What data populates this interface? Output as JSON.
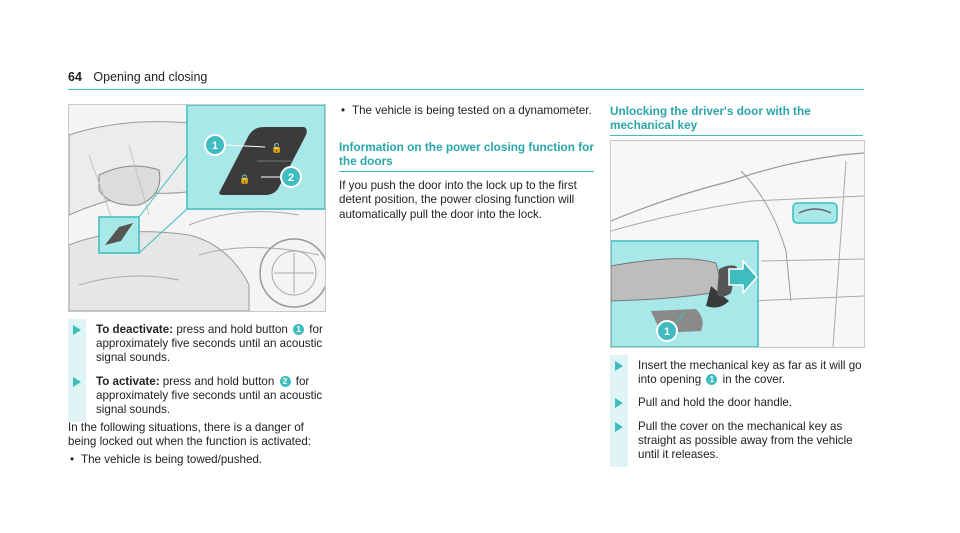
{
  "header": {
    "page_number": "64",
    "section": "Opening and closing"
  },
  "figure_left": {
    "callouts": [
      "1",
      "2"
    ]
  },
  "figure_right": {
    "callouts": [
      "1"
    ]
  },
  "left_column": {
    "steps": [
      {
        "label": "To deactivate:",
        "text_a": " press and hold button ",
        "badge": "1",
        "text_b": " for approximately five seconds until an acoustic signal sounds."
      },
      {
        "label": "To activate:",
        "text_a": " press and hold button ",
        "badge": "2",
        "text_b": " for approximately five seconds until an acoustic signal sounds."
      }
    ],
    "paragraph": "In the following situations, there is a danger of being locked out when the function is activated:",
    "bullet": "The vehicle is being towed/pushed."
  },
  "middle_column": {
    "bullet": "The vehicle is being tested on a dynamometer.",
    "heading": "Information on the power closing function for the doors",
    "paragraph": "If you push the door into the lock up to the first detent position, the power closing function will automatically pull the door into the lock."
  },
  "right_column": {
    "heading": "Unlocking the driver's door with the mechanical key",
    "steps": [
      {
        "text_a": "Insert the mechanical key as far as it will go into opening ",
        "badge": "1",
        "text_b": " in the cover."
      },
      {
        "text_a": "Pull and hold the door handle.",
        "badge": "",
        "text_b": ""
      },
      {
        "text_a": "Pull the cover on the mechanical key as straight as possible away from the vehicle until it releases.",
        "badge": "",
        "text_b": ""
      }
    ]
  },
  "colors": {
    "accent": "#3fbcc0",
    "highlight": "#a8e8e8",
    "step_bar": "#dff5f5"
  }
}
